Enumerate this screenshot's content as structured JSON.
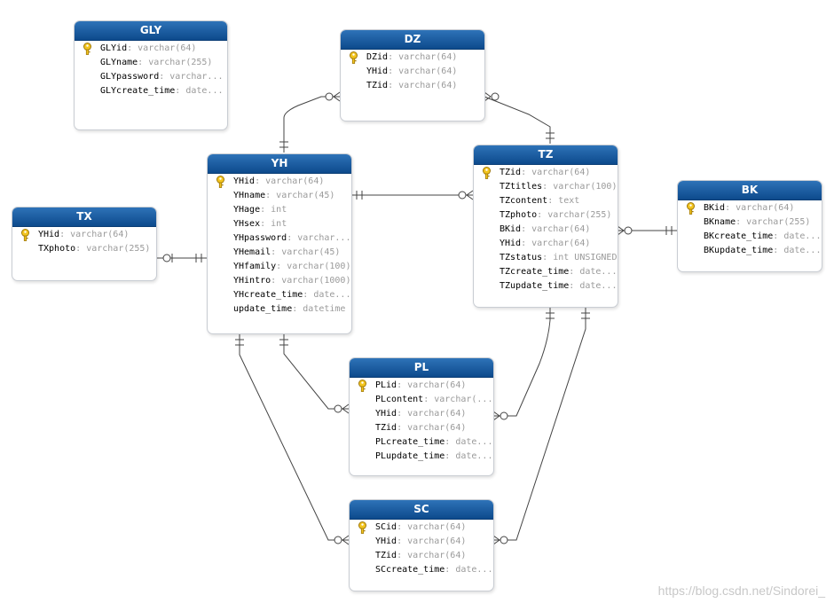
{
  "entities": [
    {
      "id": "gly",
      "title": "GLY",
      "fields": [
        {
          "name": "GLYid",
          "type": "varchar(64)",
          "pk": true
        },
        {
          "name": "GLYname",
          "type": "varchar(255)",
          "pk": false
        },
        {
          "name": "GLYpassword",
          "type": "varchar...",
          "pk": false
        },
        {
          "name": "GLYcreate_time",
          "type": "date...",
          "pk": false
        }
      ]
    },
    {
      "id": "dz",
      "title": "DZ",
      "fields": [
        {
          "name": "DZid",
          "type": "varchar(64)",
          "pk": true
        },
        {
          "name": "YHid",
          "type": "varchar(64)",
          "pk": false
        },
        {
          "name": "TZid",
          "type": "varchar(64)",
          "pk": false
        }
      ]
    },
    {
      "id": "yh",
      "title": "YH",
      "fields": [
        {
          "name": "YHid",
          "type": "varchar(64)",
          "pk": true
        },
        {
          "name": "YHname",
          "type": "varchar(45)",
          "pk": false
        },
        {
          "name": "YHage",
          "type": "int",
          "pk": false
        },
        {
          "name": "YHsex",
          "type": "int",
          "pk": false
        },
        {
          "name": "YHpassword",
          "type": "varchar...",
          "pk": false
        },
        {
          "name": "YHemail",
          "type": "varchar(45)",
          "pk": false
        },
        {
          "name": "YHfamily",
          "type": "varchar(100)",
          "pk": false
        },
        {
          "name": "YHintro",
          "type": "varchar(1000)",
          "pk": false
        },
        {
          "name": "YHcreate_time",
          "type": "date...",
          "pk": false
        },
        {
          "name": "update_time",
          "type": "datetime",
          "pk": false
        }
      ]
    },
    {
      "id": "tz",
      "title": "TZ",
      "fields": [
        {
          "name": "TZid",
          "type": "varchar(64)",
          "pk": true
        },
        {
          "name": "TZtitles",
          "type": "varchar(100)",
          "pk": false
        },
        {
          "name": "TZcontent",
          "type": "text",
          "pk": false
        },
        {
          "name": "TZphoto",
          "type": "varchar(255)",
          "pk": false
        },
        {
          "name": "BKid",
          "type": "varchar(64)",
          "pk": false
        },
        {
          "name": "YHid",
          "type": "varchar(64)",
          "pk": false
        },
        {
          "name": "TZstatus",
          "type": "int UNSIGNED",
          "pk": false
        },
        {
          "name": "TZcreate_time",
          "type": "date...",
          "pk": false
        },
        {
          "name": "TZupdate_time",
          "type": "date...",
          "pk": false
        }
      ]
    },
    {
      "id": "tx",
      "title": "TX",
      "fields": [
        {
          "name": "YHid",
          "type": "varchar(64)",
          "pk": true
        },
        {
          "name": "TXphoto",
          "type": "varchar(255)",
          "pk": false
        }
      ]
    },
    {
      "id": "bk",
      "title": "BK",
      "fields": [
        {
          "name": "BKid",
          "type": "varchar(64)",
          "pk": true
        },
        {
          "name": "BKname",
          "type": "varchar(255)",
          "pk": false
        },
        {
          "name": "BKcreate_time",
          "type": "date...",
          "pk": false
        },
        {
          "name": "BKupdate_time",
          "type": "date...",
          "pk": false
        }
      ]
    },
    {
      "id": "pl",
      "title": "PL",
      "fields": [
        {
          "name": "PLid",
          "type": "varchar(64)",
          "pk": true
        },
        {
          "name": "PLcontent",
          "type": "varchar(...",
          "pk": false
        },
        {
          "name": "YHid",
          "type": "varchar(64)",
          "pk": false
        },
        {
          "name": "TZid",
          "type": "varchar(64)",
          "pk": false
        },
        {
          "name": "PLcreate_time",
          "type": "date...",
          "pk": false
        },
        {
          "name": "PLupdate_time",
          "type": "date...",
          "pk": false
        }
      ]
    },
    {
      "id": "sc",
      "title": "SC",
      "fields": [
        {
          "name": "SCid",
          "type": "varchar(64)",
          "pk": true
        },
        {
          "name": "YHid",
          "type": "varchar(64)",
          "pk": false
        },
        {
          "name": "TZid",
          "type": "varchar(64)",
          "pk": false
        },
        {
          "name": "SCcreate_time",
          "type": "date...",
          "pk": false
        }
      ]
    }
  ],
  "relationships": [
    {
      "from": "yh",
      "to": "dz",
      "cardinality": "one-to-many"
    },
    {
      "from": "tz",
      "to": "dz",
      "cardinality": "one-to-many"
    },
    {
      "from": "yh",
      "to": "tz",
      "cardinality": "one-to-many"
    },
    {
      "from": "yh",
      "to": "tx",
      "cardinality": "one-to-zero-or-one"
    },
    {
      "from": "bk",
      "to": "tz",
      "cardinality": "one-to-many"
    },
    {
      "from": "yh",
      "to": "pl",
      "cardinality": "one-to-many"
    },
    {
      "from": "tz",
      "to": "pl",
      "cardinality": "one-to-many"
    },
    {
      "from": "yh",
      "to": "sc",
      "cardinality": "one-to-many"
    },
    {
      "from": "tz",
      "to": "sc",
      "cardinality": "one-to-many"
    }
  ],
  "watermark": "https://blog.csdn.net/Sindorei_",
  "colors": {
    "header": "#0d4a8c",
    "line": "#444444",
    "key": "#f0c020"
  },
  "icons": {
    "primary_key": "key-icon"
  }
}
